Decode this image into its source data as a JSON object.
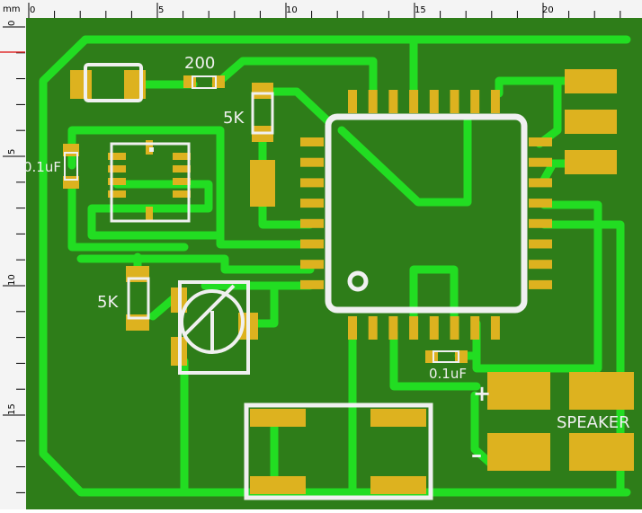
{
  "ruler": {
    "unit": "mm",
    "h_labels": [
      "0",
      "5",
      "10",
      "15",
      "20"
    ],
    "v_labels": [
      "0",
      "5",
      "10",
      "15"
    ]
  },
  "board": {
    "colors": {
      "substrate": "#2e7d19",
      "trace": "#22dd22",
      "pad": "#ddb21f",
      "silkscreen": "#f0f0f0",
      "ruler_bg": "#f4f4f4",
      "ruler_marker": "#e03030"
    }
  },
  "labels": {
    "r_top": "200",
    "r_mid": "5K",
    "c_left": "0.1uF",
    "r_left": "5K",
    "c_bottom": "0.1uF",
    "plus": "+",
    "minus": "–",
    "speaker": "SPEAKER"
  }
}
